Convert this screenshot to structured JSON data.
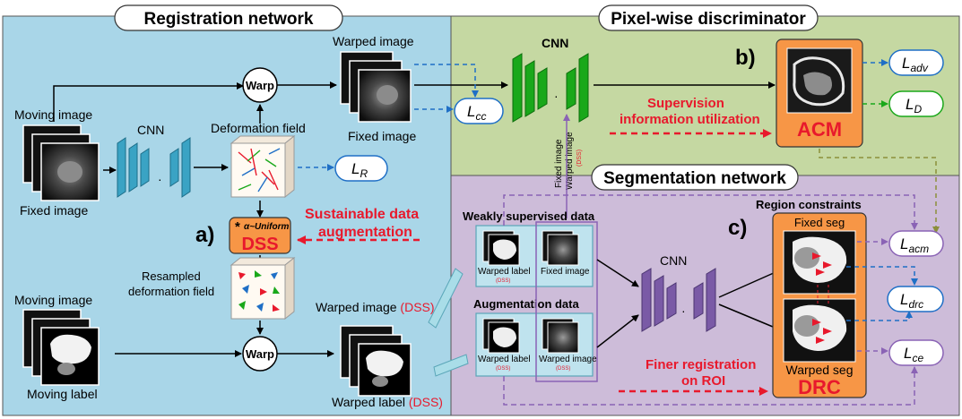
{
  "headers": {
    "registration": "Registration network",
    "discriminator": "Pixel-wise discriminator",
    "segmentation": "Segmentation network"
  },
  "registration": {
    "moving_image_top": "Moving image",
    "fixed_image_left": "Fixed image",
    "cnn": "CNN",
    "warp_top": "Warp",
    "deformation_field": "Deformation field",
    "warped_image": "Warped image",
    "fixed_image_right": "Fixed image",
    "dss_sub": "α~Uniform",
    "dss_star": "*",
    "dss": "DSS",
    "marker_a": "a)",
    "sustainable_line1": "Sustainable data",
    "sustainable_line2": "augmentation",
    "resampled_line1": "Resampled",
    "resampled_line2": "deformation field",
    "moving_image_bottom": "Moving image",
    "moving_label": "Moving label",
    "warp_bottom": "Warp",
    "warped_image_dss_main": "Warped image ",
    "warped_image_dss_tag": "(DSS)",
    "warped_label_dss_main": "Warped label ",
    "warped_label_dss_tag": "(DSS)"
  },
  "losses": {
    "lcc_main": "L",
    "lcc_sub": "cc",
    "lr_main": "L",
    "lr_sub": "R",
    "ladv_main": "L",
    "ladv_sub": "adv",
    "ld_main": "L",
    "ld_sub": "D",
    "lacm_main": "L",
    "lacm_sub": "acm",
    "ldrc_main": "L",
    "ldrc_sub": "drc",
    "lce_main": "L",
    "lce_sub": "ce"
  },
  "discriminator": {
    "cnn": "CNN",
    "marker_b": "b)",
    "supervision_line1": "Supervision",
    "supervision_line2": "information utilization",
    "acm": "ACM",
    "vertical_fixed": "Fixed image",
    "vertical_warped": "Warped image",
    "vertical_dss": "(DSS)"
  },
  "segmentation": {
    "weakly": "Weakly supervised data",
    "warped_label": "Warped label",
    "warped_label_tag": "(DSS)",
    "fixed_image": "Fixed image",
    "augmentation": "Augmentation data",
    "aug_warped_label": "Warped label",
    "aug_warped_label_tag": "(DSS)",
    "aug_warped_image": "Warped image",
    "aug_warped_image_tag": "(DSS)",
    "cnn": "CNN",
    "region_constraints": "Region constraints",
    "fixed_seg": "Fixed seg",
    "warped_seg": "Warped seg",
    "drc": "DRC",
    "marker_c": "c)",
    "finer_line1": "Finer registration",
    "finer_line2": "on ROI"
  },
  "colors": {
    "registration_bg": "#a9d6e8",
    "discriminator_bg": "#c5d8a2",
    "segmentation_bg": "#cdbcd9",
    "accent_orange": "#f79646",
    "accent_red": "#e8192c",
    "cnn_blue": "#3aa3c4",
    "cnn_green": "#1aa81a",
    "cnn_purple": "#7a5aa6"
  }
}
